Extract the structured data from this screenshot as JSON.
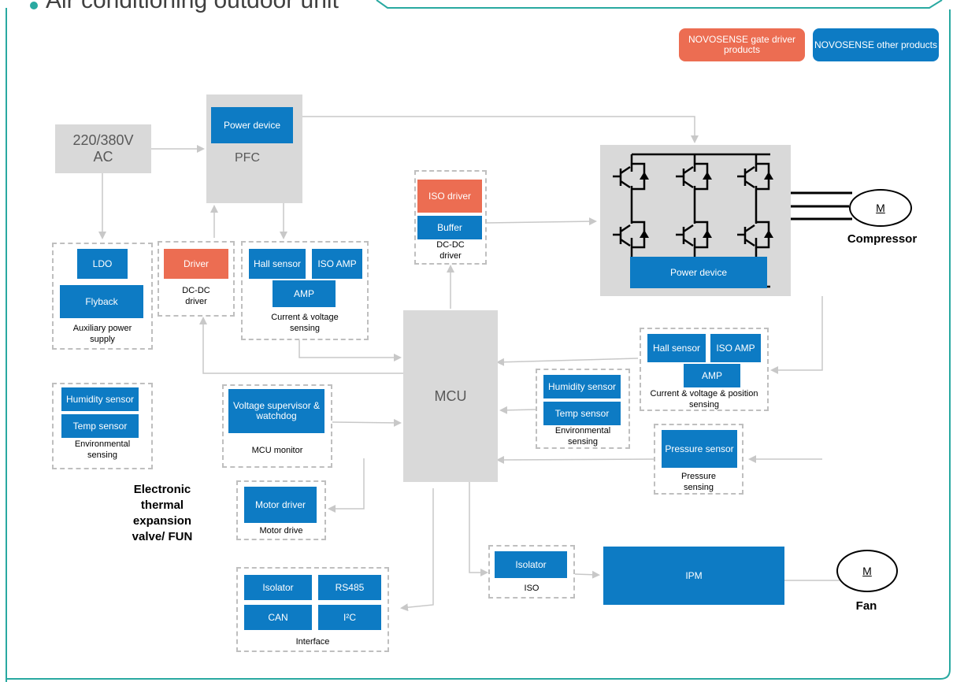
{
  "title": "Air conditioning outdoor unit",
  "legend": {
    "gate_driver": "NOVOSENSE gate driver products",
    "other": "NOVOSENSE other products",
    "gate_color": "#ec6d52",
    "other_color": "#0d7bc4"
  },
  "ac_source": {
    "line1": "220/380V",
    "line2": "AC"
  },
  "pfc": {
    "power_device": "Power device",
    "label": "PFC"
  },
  "aux_supply": {
    "ldo": "LDO",
    "flyback": "Flyback",
    "caption": "Auxiliary power supply"
  },
  "dcdc_driver_left": {
    "driver": "Driver",
    "caption": "DC-DC driver"
  },
  "cv_sensing_left": {
    "hall": "Hall sensor",
    "iso_amp": "ISO AMP",
    "amp": "AMP",
    "caption": "Current & voltage sensing"
  },
  "iso_driver_block": {
    "iso_driver": "ISO driver",
    "buffer": "Buffer",
    "caption": "DC-DC driver"
  },
  "inverter": {
    "power_device": "Power device"
  },
  "compressor": {
    "motor": "M",
    "label": "Compressor"
  },
  "mcu": {
    "label": "MCU"
  },
  "cvp_sensing": {
    "hall": "Hall sensor",
    "iso_amp": "ISO AMP",
    "amp": "AMP",
    "caption": "Current & voltage & position sensing"
  },
  "env_sensing_mid": {
    "humidity": "Humidity sensor",
    "temp": "Temp sensor",
    "caption": "Environmental sensing"
  },
  "env_sensing_left": {
    "humidity": "Humidity sensor",
    "temp": "Temp sensor",
    "caption": "Environmental sensing"
  },
  "mcu_monitor": {
    "supervisor": "Voltage supervisor & watchdog",
    "caption": "MCU monitor"
  },
  "pressure": {
    "sensor": "Pressure sensor",
    "caption": "Pressure sensing"
  },
  "motor_drive": {
    "driver": "Motor driver",
    "caption": "Motor drive"
  },
  "eev": {
    "label": "Electronic thermal expansion valve/ FUN"
  },
  "interface": {
    "isolator": "Isolator",
    "rs485": "RS485",
    "can": "CAN",
    "i2c": "I²C",
    "caption": "Interface"
  },
  "iso_block": {
    "isolator": "Isolator",
    "caption": "ISO"
  },
  "ipm": {
    "label": "IPM"
  },
  "fan": {
    "motor": "M",
    "label": "Fan"
  }
}
